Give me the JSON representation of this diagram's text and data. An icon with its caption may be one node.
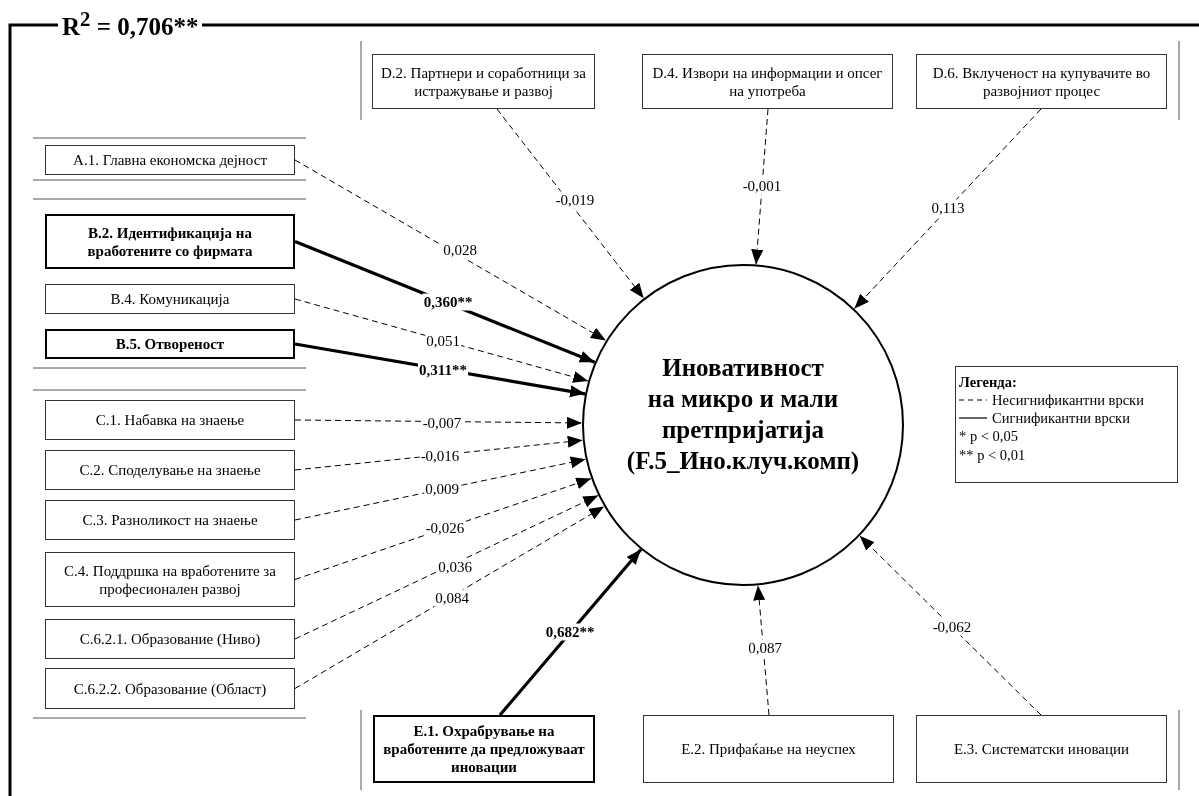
{
  "diagram": {
    "title": "R$^{2}$ = 0,706**",
    "nodes": [
      {
        "text": [
          "Иновативност на микро и мали претпријатија",
          "(F.5_Ино.клуч.комп)"
        ]
      },
      {
        "text": [
          "A.1. Главна економска дејност"
        ]
      },
      {
        "text": [
          "B.2. Идентификација на вработените со фирмата"
        ]
      },
      {
        "text": [
          "B.4. Комуникација"
        ]
      },
      {
        "text": [
          "B.5. Отвореност"
        ]
      },
      {
        "text": [
          "C.1. Набавка на знаење"
        ]
      },
      {
        "text": [
          "C.2. Споделување на знаење"
        ]
      },
      {
        "text": [
          "C.3. Разноликост на знаење"
        ]
      },
      {
        "text": [
          "C.4. Поддршка на вработените за професионален развој"
        ]
      },
      {
        "text": [
          "C.6.2.1. Образование (Ниво)"
        ]
      },
      {
        "text": [
          "C.6.2.2. Образование (Област)"
        ]
      },
      {
        "text": [
          "D.2. Партнери и соработници за истражување и развој"
        ]
      },
      {
        "text": [
          "D.4. Извори на информации и опсег на употреба"
        ]
      },
      {
        "text": [
          "D.6. Вклученост на купувачите во развојниот процес"
        ]
      },
      {
        "text": [
          "E.1. Охрабрување на вработените да предложуваат иновации"
        ]
      },
      {
        "text": [
          "E.2. Прифаќање на неуспех"
        ]
      },
      {
        "text": [
          "E.3. Систематски иновации"
        ]
      }
    ],
    "edges": [
      {
        "from": 1,
        "to": 0,
        "arrow": "to",
        "label": "0,028",
        "style": "dashed"
      },
      {
        "from": 11,
        "to": 0,
        "arrow": "to",
        "label": "-0,019",
        "style": "dashed"
      },
      {
        "from": 12,
        "to": 0,
        "arrow": "to",
        "label": "-0,001",
        "style": "dashed"
      },
      {
        "from": 13,
        "to": 0,
        "arrow": "to",
        "label": "0,113",
        "style": "dashed"
      },
      {
        "from": 2,
        "to": 0,
        "arrow": "to",
        "label": "0,360**",
        "style": "thick"
      },
      {
        "from": 3,
        "to": 0,
        "arrow": "to",
        "label": "0,051",
        "style": "dashed"
      },
      {
        "from": 4,
        "to": 0,
        "arrow": "to",
        "label": "0,311**",
        "style": "thick"
      },
      {
        "from": 5,
        "to": 0,
        "arrow": "to",
        "label": "-0,007",
        "style": "dashed"
      },
      {
        "from": 6,
        "to": 0,
        "arrow": "to",
        "label": "-0,016",
        "style": "dashed"
      },
      {
        "from": 7,
        "to": 0,
        "arrow": "to",
        "label": "0,009",
        "style": "dashed"
      },
      {
        "from": 8,
        "to": 0,
        "arrow": "to",
        "label": "-0,026",
        "style": "dashed"
      },
      {
        "from": 9,
        "to": 0,
        "arrow": "to",
        "label": "0,036",
        "style": "dashed"
      },
      {
        "from": 10,
        "to": 0,
        "arrow": "to",
        "label": "0,084",
        "style": "dashed"
      },
      {
        "from": 14,
        "to": 0,
        "arrow": "to",
        "label": "0,682**",
        "style": "thick"
      },
      {
        "from": 15,
        "to": 0,
        "arrow": "to",
        "label": "0,087",
        "style": "dashed"
      },
      {
        "from": 16,
        "to": 0,
        "arrow": "to",
        "label": "-0,062",
        "style": "dashed"
      }
    ],
    "labels": [
      "Легенда:",
      "* p < 0,05",
      "** p < 0,01"
    ],
    "legend": [
      {
        "text": "Несигнификантни врски"
      },
      {
        "text": "Сигнификантни врски"
      }
    ]
  }
}
